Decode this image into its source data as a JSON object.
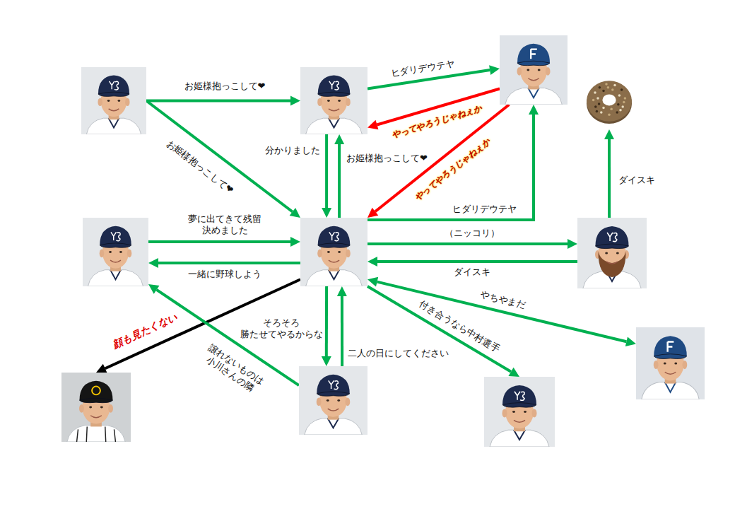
{
  "diagram": {
    "nodes": [
      {
        "text": []
      },
      {
        "text": []
      },
      {
        "text": []
      },
      {
        "text": []
      },
      {
        "text": []
      },
      {
        "text": []
      },
      {
        "text": []
      },
      {
        "text": []
      },
      {
        "text": []
      },
      {
        "text": []
      },
      {
        "text": []
      }
    ],
    "edges": [
      {
        "from": 0,
        "to": 1,
        "arrow": "to",
        "label": "お姫様抱っこして❤"
      },
      {
        "from": 0,
        "to": 5,
        "arrow": "to",
        "label": "お姫様抱っこして❤"
      },
      {
        "from": 1,
        "to": 2,
        "arrow": "to",
        "label": "ヒダリデウテヤ"
      },
      {
        "from": 2,
        "to": 1,
        "arrow": "to",
        "label": "やってやろうじゃねぇか"
      },
      {
        "from": 2,
        "to": 5,
        "arrow": "to",
        "label": "やってやろうじゃねぇか"
      },
      {
        "from": 5,
        "to": 1,
        "arrow": "to",
        "label": "お姫様抱っこして❤"
      },
      {
        "from": 1,
        "to": 5,
        "arrow": "to",
        "label": "分かりました"
      },
      {
        "from": 5,
        "to": 2,
        "arrow": "to",
        "label": "ヒダリデウテヤ"
      },
      {
        "from": 6,
        "to": 3,
        "arrow": "to",
        "label": "ダイスキ"
      },
      {
        "from": 4,
        "to": 5,
        "arrow": "to",
        "label": "夢に出てきて残留 決めました"
      },
      {
        "from": 5,
        "to": 4,
        "arrow": "to",
        "label": "一緒に野球しよう"
      },
      {
        "from": 5,
        "to": 6,
        "arrow": "to",
        "label": "（ニッコリ）"
      },
      {
        "from": 6,
        "to": 5,
        "arrow": "to",
        "label": "ダイスキ"
      },
      {
        "from": 5,
        "to": 7,
        "arrow": "both",
        "label": "やちやまだ"
      },
      {
        "from": 5,
        "to": 10,
        "arrow": "to",
        "label": "付き合うなら中村選手"
      },
      {
        "from": 5,
        "to": 8,
        "arrow": "to",
        "label": "顔も見たくない"
      },
      {
        "from": 9,
        "to": 4,
        "arrow": "to",
        "label": "譲れないものは 小川さんの隣"
      },
      {
        "from": 5,
        "to": 9,
        "arrow": "to",
        "label": "そろそろ 勝たせてやるからな"
      },
      {
        "from": 9,
        "to": 5,
        "arrow": "to",
        "label": "二人の日にしてください"
      }
    ]
  }
}
